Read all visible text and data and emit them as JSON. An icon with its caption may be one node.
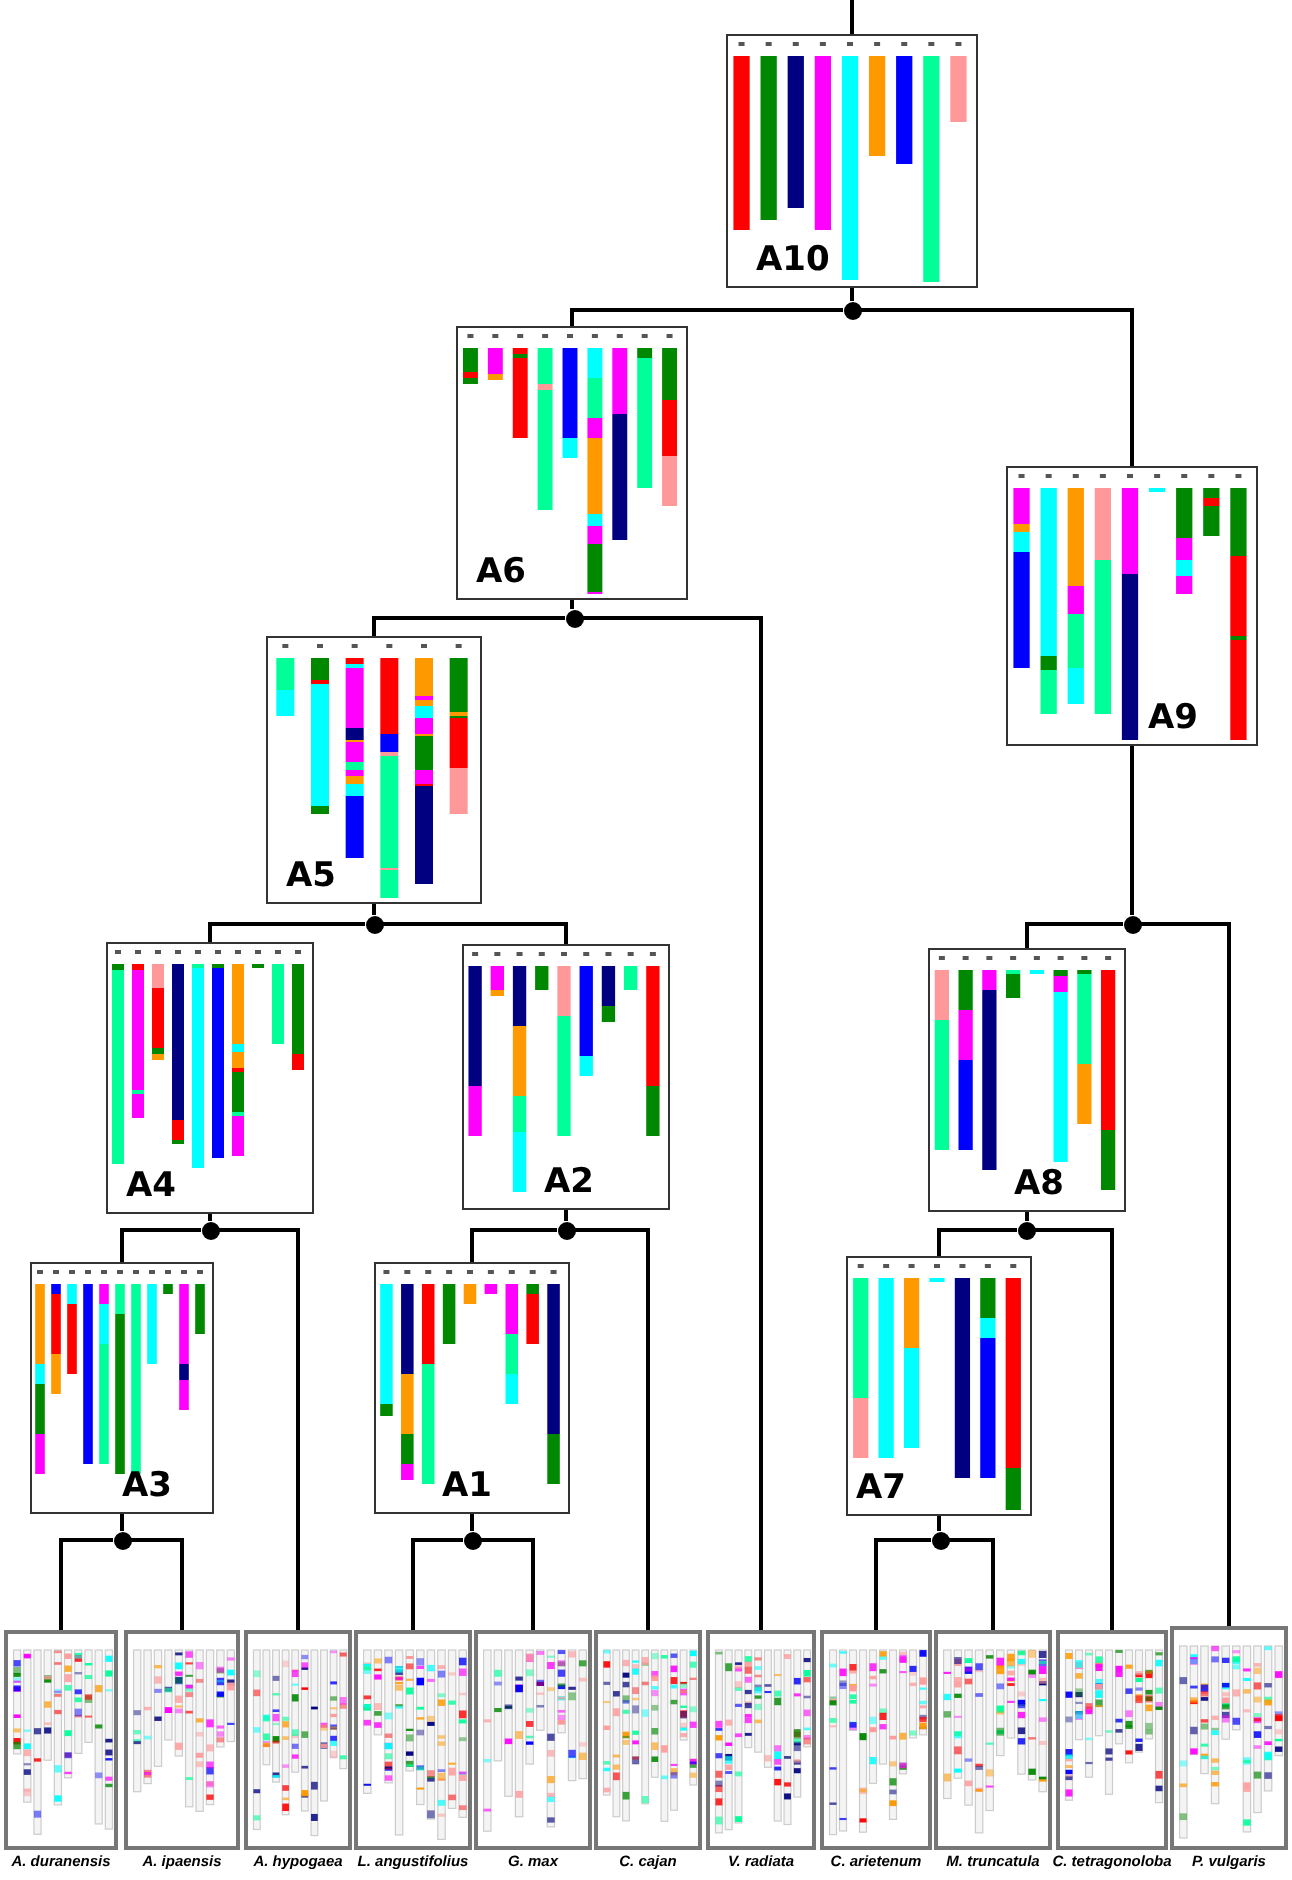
{
  "diagram": {
    "nodes": [
      {
        "text": [
          "A10"
        ]
      },
      {
        "text": [],
        "shape": "circle"
      },
      {
        "text": [
          "A6"
        ]
      },
      {
        "text": [
          "A9"
        ]
      },
      {
        "text": [],
        "shape": "circle"
      },
      {
        "text": [
          "A5"
        ]
      },
      {
        "text": [],
        "shape": "circle"
      },
      {
        "text": [],
        "shape": "circle"
      },
      {
        "text": [
          "A4"
        ]
      },
      {
        "text": [
          "A2"
        ]
      },
      {
        "text": [
          "A8"
        ]
      },
      {
        "text": [],
        "shape": "circle"
      },
      {
        "text": [],
        "shape": "circle"
      },
      {
        "text": [],
        "shape": "circle"
      },
      {
        "text": [
          "A3"
        ]
      },
      {
        "text": [
          "A1"
        ]
      },
      {
        "text": [
          "A7"
        ]
      },
      {
        "text": [],
        "shape": "circle"
      },
      {
        "text": [],
        "shape": "circle"
      },
      {
        "text": [],
        "shape": "circle"
      },
      {
        "text": [
          "A. duranensis"
        ]
      },
      {
        "text": [
          "A. ipaensis"
        ]
      },
      {
        "text": [
          "A. hypogaea"
        ]
      },
      {
        "text": [
          "L. angustifolius"
        ]
      },
      {
        "text": [
          "G. max"
        ]
      },
      {
        "text": [
          "C. cajan"
        ]
      },
      {
        "text": [
          "V. radiata"
        ]
      },
      {
        "text": [
          "C. arietenum"
        ]
      },
      {
        "text": [
          "M. truncatula"
        ]
      },
      {
        "text": [
          "C. tetragonoloba"
        ]
      },
      {
        "text": [
          "P. vulgaris"
        ]
      }
    ],
    "edges": [
      {
        "from": null,
        "to": 0,
        "arrow": "none"
      },
      {
        "from": 0,
        "to": 1,
        "arrow": "none"
      },
      {
        "from": 1,
        "to": 2,
        "arrow": "none"
      },
      {
        "from": 1,
        "to": 3,
        "arrow": "none"
      },
      {
        "from": 2,
        "to": 4,
        "arrow": "none"
      },
      {
        "from": 4,
        "to": 5,
        "arrow": "none"
      },
      {
        "from": 4,
        "to": 26,
        "arrow": "none"
      },
      {
        "from": 3,
        "to": 6,
        "arrow": "none"
      },
      {
        "from": 6,
        "to": 10,
        "arrow": "none"
      },
      {
        "from": 6,
        "to": 30,
        "arrow": "none"
      },
      {
        "from": 5,
        "to": 7,
        "arrow": "none"
      },
      {
        "from": 7,
        "to": 8,
        "arrow": "none"
      },
      {
        "from": 7,
        "to": 9,
        "arrow": "none"
      },
      {
        "from": 8,
        "to": 11,
        "arrow": "none"
      },
      {
        "from": 11,
        "to": 14,
        "arrow": "none"
      },
      {
        "from": 11,
        "to": 22,
        "arrow": "none"
      },
      {
        "from": 9,
        "to": 12,
        "arrow": "none"
      },
      {
        "from": 12,
        "to": 15,
        "arrow": "none"
      },
      {
        "from": 12,
        "to": 25,
        "arrow": "none"
      },
      {
        "from": 10,
        "to": 13,
        "arrow": "none"
      },
      {
        "from": 13,
        "to": 16,
        "arrow": "none"
      },
      {
        "from": 13,
        "to": 29,
        "arrow": "none"
      },
      {
        "from": 14,
        "to": 17,
        "arrow": "none"
      },
      {
        "from": 17,
        "to": 20,
        "arrow": "none"
      },
      {
        "from": 17,
        "to": 21,
        "arrow": "none"
      },
      {
        "from": 15,
        "to": 18,
        "arrow": "none"
      },
      {
        "from": 18,
        "to": 23,
        "arrow": "none"
      },
      {
        "from": 18,
        "to": 24,
        "arrow": "none"
      },
      {
        "from": 16,
        "to": 19,
        "arrow": "none"
      },
      {
        "from": 19,
        "to": 27,
        "arrow": "none"
      },
      {
        "from": 19,
        "to": 28,
        "arrow": "none"
      }
    ]
  }
}
